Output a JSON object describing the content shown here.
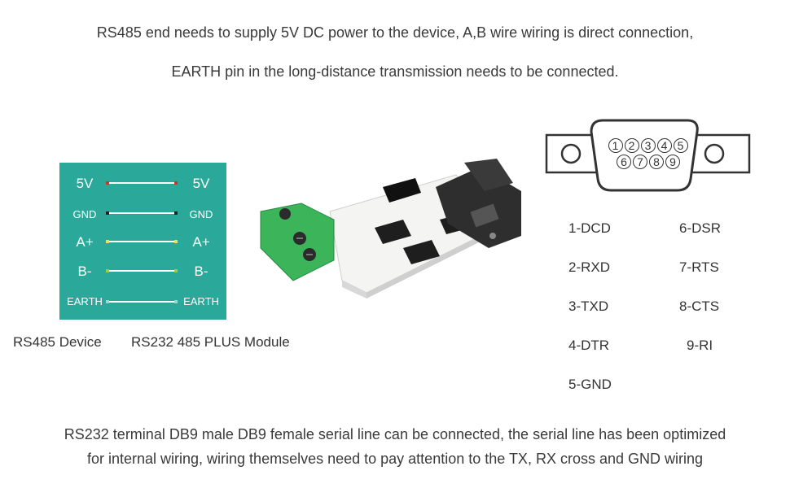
{
  "intro": {
    "line1": "RS485 end needs to supply 5V DC power to the device, A,B wire wiring is direct connection,",
    "line2": "EARTH pin in the long-distance transmission needs to be connected."
  },
  "wiring": {
    "left_pins": [
      "5V",
      "GND",
      "A+",
      "B-",
      "EARTH"
    ],
    "right_pins": [
      "5V",
      "GND",
      "A+",
      "B-",
      "EARTH"
    ],
    "left_caption": "RS485 Device",
    "right_caption": "RS232 485 PLUS Module",
    "block_color": "#2aa89a"
  },
  "db9": {
    "top_pins": [
      "1",
      "2",
      "3",
      "4",
      "5"
    ],
    "bottom_pins": [
      "6",
      "7",
      "8",
      "9"
    ],
    "signals_left": [
      "1-DCD",
      "2-RXD",
      "3-TXD",
      "4-DTR",
      "5-GND"
    ],
    "signals_right": [
      "6-DSR",
      "7-RTS",
      "8-CTS",
      "9-RI"
    ]
  },
  "footer": {
    "line1": "RS232 terminal DB9 male DB9 female serial line can be connected, the serial line has been optimized",
    "line2": "for internal wiring, wiring themselves need to pay attention to the TX, RX cross and GND wiring"
  }
}
